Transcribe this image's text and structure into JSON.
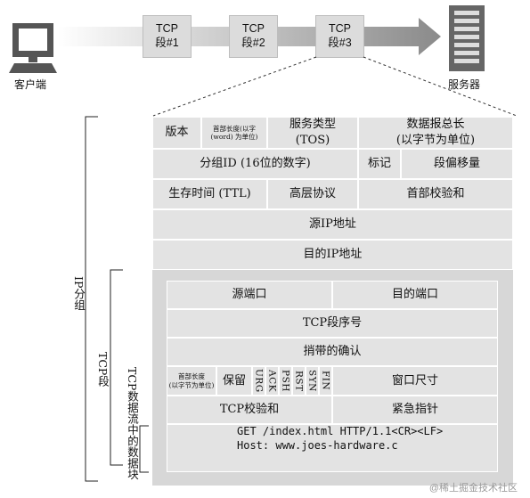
{
  "top": {
    "client_label": "客户端",
    "server_label": "服务器",
    "segments": [
      "TCP\n段#1",
      "TCP\n段#2",
      "TCP\n段#3"
    ]
  },
  "ip_header": {
    "version": "版本",
    "header_length": "首部长度(以字\n(word) 为单位)",
    "tos": "服务类型\n(TOS)",
    "total_length": "数据报总长\n(以字节为单位)",
    "id": "分组ID (16位的数字)",
    "flags": "标记",
    "fragment_offset": "段偏移量",
    "ttl": "生存时间 (TTL)",
    "protocol": "高层协议",
    "checksum": "首部校验和",
    "src_ip": "源IP地址",
    "dst_ip": "目的IP地址"
  },
  "tcp_header": {
    "src_port": "源端口",
    "dst_port": "目的端口",
    "seq": "TCP段序号",
    "ack": "捎带的确认",
    "header_length": "首部长度\n(以字节为单位)",
    "reserved": "保留",
    "flags": [
      "URG",
      "ACK",
      "PSH",
      "RST",
      "SYN",
      "FIN"
    ],
    "window": "窗口尺寸",
    "checksum": "TCP校验和",
    "urgent": "紧急指针",
    "data_lines": [
      "GET /index.html HTTP/1.1<CR><LF>",
      "Host: www.joes-hardware.c"
    ]
  },
  "side_labels": {
    "ip_packet": "IP分组",
    "tcp_segment": "TCP段",
    "tcp_data": "TCP数据流中的数据块"
  },
  "watermark": "@稀土掘金技术社区"
}
